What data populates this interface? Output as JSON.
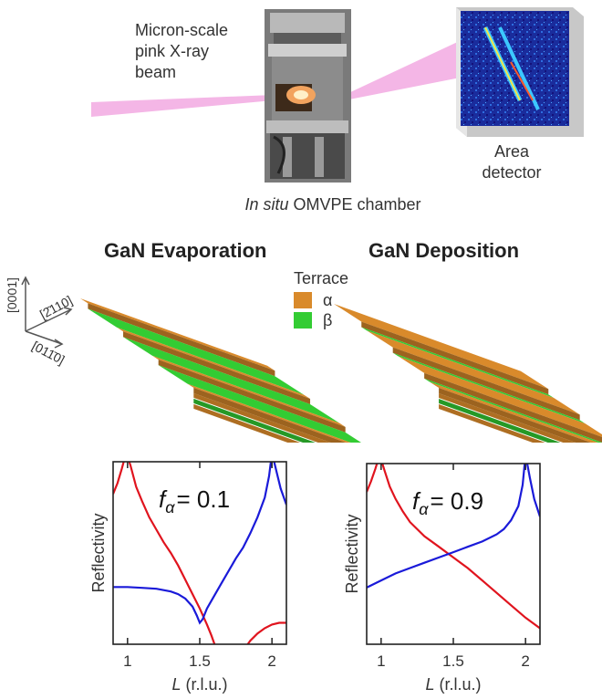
{
  "top": {
    "beam_label_lines": [
      "Micron-scale",
      "pink X-ray",
      "beam"
    ],
    "detector_label_lines": [
      "Area",
      "detector"
    ],
    "chamber_caption_italic": "In situ",
    "chamber_caption_rest": " OMVPE chamber"
  },
  "middle": {
    "left_title": "GaN Evaporation",
    "right_title": "GaN Deposition",
    "legend": {
      "title": "Terrace",
      "items": [
        {
          "label": "α",
          "color": "#d98a2b"
        },
        {
          "label": "β",
          "color": "#33cc33"
        }
      ]
    },
    "axes": {
      "vertical": "[0001]",
      "in_plane_1": "[2̄110]",
      "in_plane_2": "[011̄0]"
    },
    "colors": {
      "alpha": "#d98a2b",
      "beta": "#33cc33"
    }
  },
  "chart_data": [
    {
      "type": "line",
      "annotation_var": "f",
      "annotation_sub": "α",
      "annotation_value": "= 0.1",
      "xlabel_italic": "L",
      "xlabel_rest": " (r.l.u.)",
      "ylabel": "Reflectivity",
      "xlim": [
        0.9,
        2.1
      ],
      "xticks": [
        1,
        1.5,
        2
      ],
      "xtick_labels": [
        "1",
        "1.5",
        "2"
      ],
      "series": [
        {
          "color": "#e0141e",
          "x": [
            0.9,
            0.93,
            0.96,
            0.99,
            1.02,
            1.06,
            1.1,
            1.15,
            1.2,
            1.25,
            1.3,
            1.35,
            1.4,
            1.45,
            1.5,
            1.55,
            1.58,
            1.62,
            1.7,
            1.78,
            1.85,
            1.9,
            1.95,
            2.0,
            2.05,
            2.1
          ],
          "y": [
            0.82,
            0.88,
            0.96,
            1.05,
            0.98,
            0.86,
            0.78,
            0.69,
            0.62,
            0.55,
            0.49,
            0.42,
            0.34,
            0.26,
            0.18,
            0.09,
            0.03,
            -0.06,
            -0.1,
            -0.08,
            0.0,
            0.04,
            0.07,
            0.09,
            0.1,
            0.1
          ]
        },
        {
          "color": "#1a1ad9",
          "x": [
            0.9,
            1.0,
            1.1,
            1.2,
            1.3,
            1.35,
            1.4,
            1.45,
            1.48,
            1.5,
            1.52,
            1.55,
            1.6,
            1.65,
            1.7,
            1.75,
            1.8,
            1.85,
            1.9,
            1.95,
            1.98,
            2.0,
            2.03,
            2.06,
            2.1
          ],
          "y": [
            0.3,
            0.3,
            0.295,
            0.29,
            0.275,
            0.26,
            0.235,
            0.19,
            0.14,
            0.1,
            0.12,
            0.18,
            0.25,
            0.32,
            0.39,
            0.46,
            0.52,
            0.6,
            0.69,
            0.8,
            0.92,
            1.05,
            0.95,
            0.85,
            0.76
          ]
        }
      ]
    },
    {
      "type": "line",
      "annotation_var": "f",
      "annotation_sub": "α",
      "annotation_value": "= 0.9",
      "xlabel_italic": "L",
      "xlabel_rest": " (r.l.u.)",
      "ylabel": "Reflectivity",
      "xlim": [
        0.9,
        2.1
      ],
      "xticks": [
        1,
        1.5,
        2
      ],
      "xtick_labels": [
        "1",
        "1.5",
        "2"
      ],
      "series": [
        {
          "color": "#e0141e",
          "x": [
            0.9,
            0.93,
            0.96,
            0.99,
            1.02,
            1.06,
            1.1,
            1.15,
            1.2,
            1.3,
            1.4,
            1.5,
            1.6,
            1.7,
            1.8,
            1.9,
            2.0,
            2.1
          ],
          "y": [
            0.84,
            0.9,
            0.97,
            1.05,
            0.97,
            0.87,
            0.8,
            0.73,
            0.67,
            0.59,
            0.53,
            0.47,
            0.41,
            0.34,
            0.27,
            0.2,
            0.13,
            0.07
          ]
        },
        {
          "color": "#1a1ad9",
          "x": [
            0.9,
            1.0,
            1.1,
            1.2,
            1.3,
            1.4,
            1.5,
            1.6,
            1.7,
            1.8,
            1.85,
            1.9,
            1.95,
            1.98,
            2.0,
            2.03,
            2.06,
            2.1
          ],
          "y": [
            0.3,
            0.34,
            0.38,
            0.41,
            0.44,
            0.47,
            0.5,
            0.53,
            0.56,
            0.6,
            0.63,
            0.68,
            0.76,
            0.88,
            1.05,
            0.92,
            0.8,
            0.7
          ]
        }
      ]
    }
  ]
}
